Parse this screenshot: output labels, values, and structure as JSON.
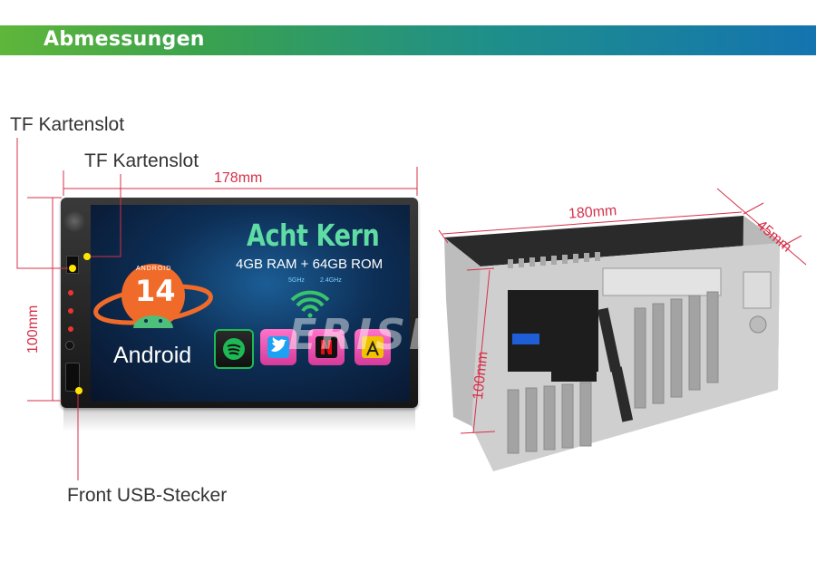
{
  "banner": {
    "title": "Abmessungen"
  },
  "labels": {
    "tf_slot_outer": "TF Kartenslot",
    "tf_slot_inner": "TF Kartenslot",
    "front_usb": "Front USB-Stecker"
  },
  "dimensions": {
    "front_width": "178mm",
    "front_height": "100mm",
    "rear_width": "180mm",
    "rear_depth": "45mm",
    "rear_height": "100mm"
  },
  "screen": {
    "headline": "Acht Kern",
    "spec": "4GB RAM + 64GB ROM",
    "android_label": "Android",
    "android_version": "14",
    "android_badge_text": "ANDROID",
    "wifi_band_a": "5GHz",
    "wifi_band_b": "2.4GHz",
    "watermark": "ERISIN"
  },
  "apps": [
    {
      "name": "spotify-icon",
      "color": "#1db954"
    },
    {
      "name": "twitter-icon",
      "color": "#1da1f2"
    },
    {
      "name": "netflix-icon",
      "color": "#e50914"
    },
    {
      "name": "book-icon",
      "color": "#f2c200"
    }
  ],
  "colors": {
    "dimension_line": "#d6304a",
    "marker_dot": "#ffe600"
  }
}
